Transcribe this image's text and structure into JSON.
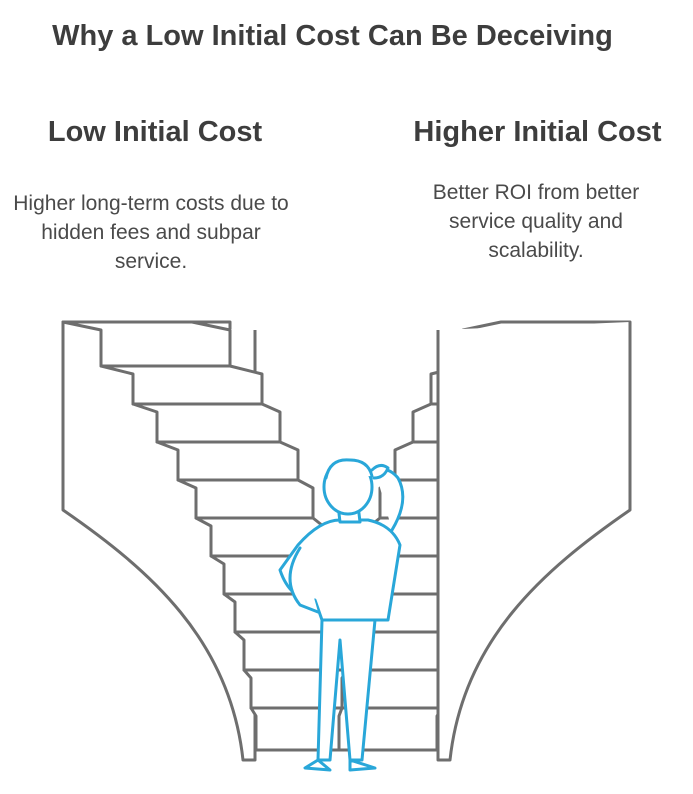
{
  "title": "Why a Low Initial Cost Can Be Deceiving",
  "left": {
    "heading": "Low Initial Cost",
    "description": "Higher long-term costs due to hidden fees and subpar service."
  },
  "right": {
    "heading": "Higher Initial Cost",
    "description": "Better ROI from better service quality and scalability."
  },
  "colors": {
    "stairs": "#6e6e6e",
    "person": "#29a7d9",
    "text": "#3d3d3d"
  }
}
